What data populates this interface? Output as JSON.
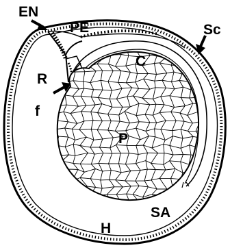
{
  "labels": {
    "en": "EN",
    "pe": "PE",
    "sc": "Sc",
    "c": "C",
    "r": "R",
    "f": "f",
    "p": "P",
    "sa": "SA",
    "h": "H"
  }
}
